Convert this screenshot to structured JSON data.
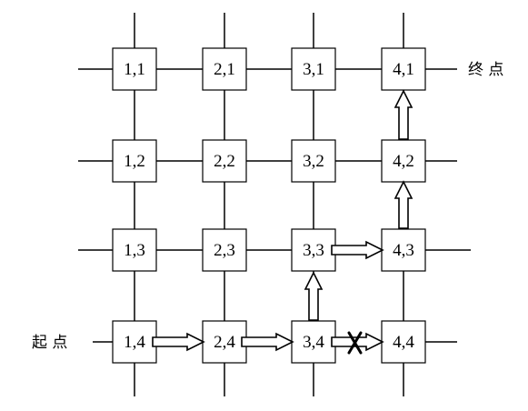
{
  "nodes": [
    {
      "label": "1,1"
    },
    {
      "label": "2,1"
    },
    {
      "label": "3,1"
    },
    {
      "label": "4,1"
    },
    {
      "label": "1,2"
    },
    {
      "label": "2,2"
    },
    {
      "label": "3,2"
    },
    {
      "label": "4,2"
    },
    {
      "label": "1,3"
    },
    {
      "label": "2,3"
    },
    {
      "label": "3,3"
    },
    {
      "label": "4,3"
    },
    {
      "label": "1,4"
    },
    {
      "label": "2,4"
    },
    {
      "label": "3,4"
    },
    {
      "label": "4,4"
    }
  ],
  "start_label": "起 点",
  "end_label": "终 点",
  "path": [
    {
      "from": "1,4",
      "to": "2,4"
    },
    {
      "from": "2,4",
      "to": "3,4"
    },
    {
      "from": "3,4",
      "to": "3,3"
    },
    {
      "from": "3,3",
      "to": "4,3"
    },
    {
      "from": "4,3",
      "to": "4,2"
    },
    {
      "from": "4,2",
      "to": "4,1"
    }
  ],
  "blocked": [
    {
      "from": "3,4",
      "to": "4,4"
    }
  ],
  "colors": {
    "stroke": "#000000",
    "fill": "#ffffff"
  }
}
